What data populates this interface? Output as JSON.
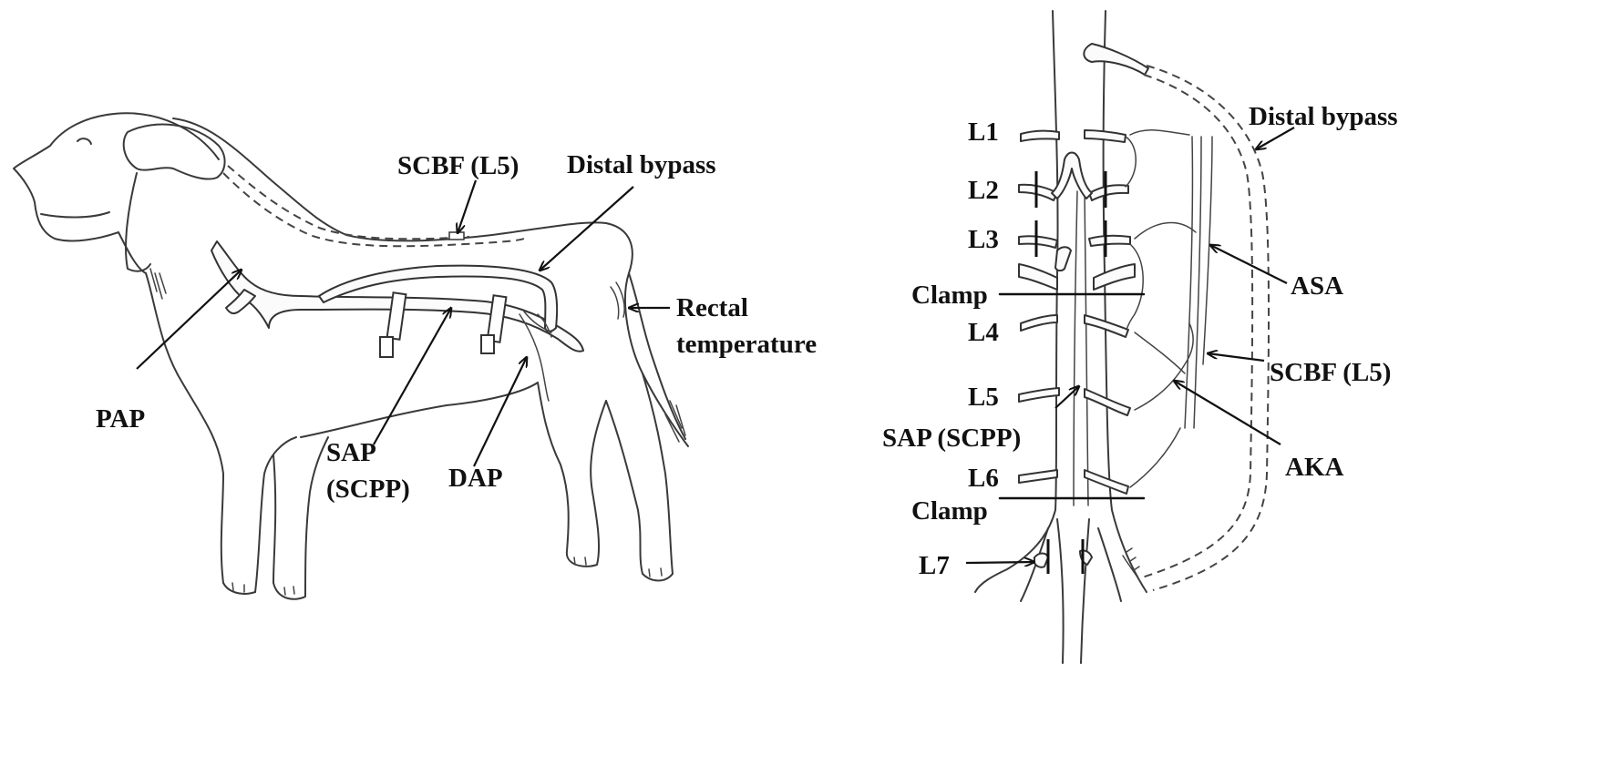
{
  "left_panel": {
    "labels": {
      "scbf": "SCBF (L5)",
      "distal_bypass": "Distal bypass",
      "rectal_line1": "Rectal",
      "rectal_line2": "temperature",
      "pap": "PAP",
      "sap_line1": "SAP",
      "sap_line2": "(SCPP)",
      "dap": "DAP"
    }
  },
  "right_panel": {
    "levels": [
      "L1",
      "L2",
      "L3",
      "L4",
      "L5",
      "L6",
      "L7"
    ],
    "labels": {
      "distal_bypass": "Distal bypass",
      "clamp_upper": "Clamp",
      "clamp_lower": "Clamp",
      "asa": "ASA",
      "scbf": "SCBF (L5)",
      "aka": "AKA",
      "sap": "SAP (SCPP)"
    }
  }
}
